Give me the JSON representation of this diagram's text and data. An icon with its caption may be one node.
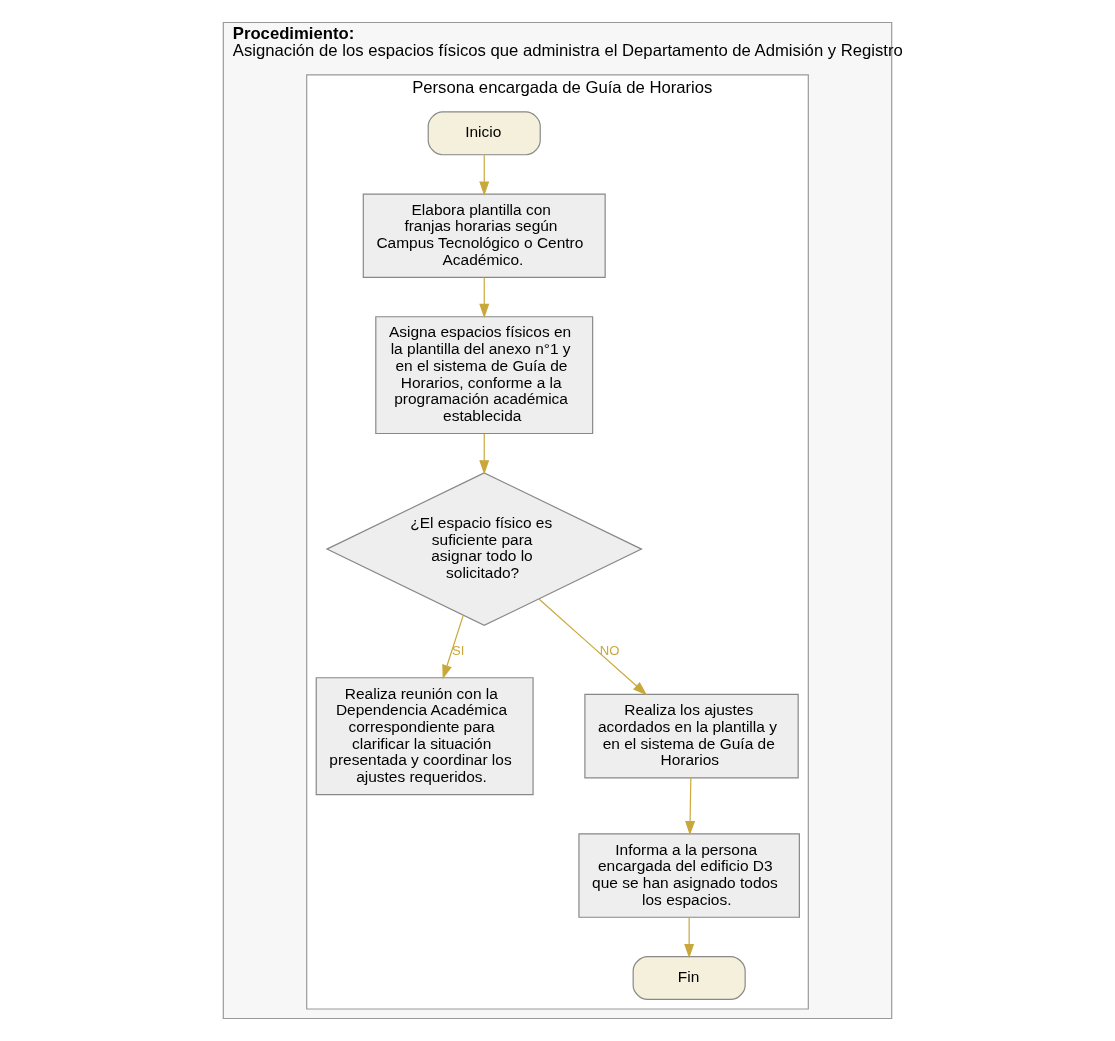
{
  "diagram": {
    "nodes": [
      {
        "text": [
          "Procedimiento:",
          "Asignación de los espacios físicos que administra el Departamento de Admisión y Registro"
        ]
      },
      {
        "text": [
          "Persona encargada de Guía de Horarios"
        ],
        "in": 0
      },
      {
        "text": [
          "Inicio"
        ],
        "in": 1
      },
      {
        "text": [
          "Elabora plantilla con franjas horarias según Campus Tecnológico o Centro Académico."
        ],
        "in": 1
      },
      {
        "text": [
          "Asigna espacios físicos en la plantilla del anexo n°1 y en el sistema de Guía de Horarios, conforme a la programación académica establecida"
        ],
        "in": 1
      },
      {
        "text": [
          "¿El espacio físico es suficiente para asignar todo lo solicitado?"
        ],
        "in": 1
      },
      {
        "text": [
          "Realiza reunión con la Dependencia Académica correspondiente para clarificar la situación presentada y coordinar los ajustes requeridos."
        ],
        "in": 1
      },
      {
        "text": [
          "Realiza los ajustes acordados en la plantilla y en el sistema de Guía de Horarios"
        ],
        "in": 1
      },
      {
        "text": [
          "Informa a la persona encargada del edificio D3 que se han asignado todos los espacios."
        ],
        "in": 1
      },
      {
        "text": [
          "Fin"
        ],
        "in": 1
      }
    ],
    "edges": [
      {
        "from": 2,
        "to": 3,
        "arrow": "to"
      },
      {
        "from": 3,
        "to": 4,
        "arrow": "to"
      },
      {
        "from": 4,
        "to": 5,
        "arrow": "to"
      },
      {
        "from": 5,
        "to": 6,
        "arrow": "to",
        "label": "SI"
      },
      {
        "from": 5,
        "to": 7,
        "arrow": "to",
        "label": "NO"
      },
      {
        "from": 7,
        "to": 8,
        "arrow": "to"
      },
      {
        "from": 8,
        "to": 9,
        "arrow": "to"
      }
    ]
  }
}
